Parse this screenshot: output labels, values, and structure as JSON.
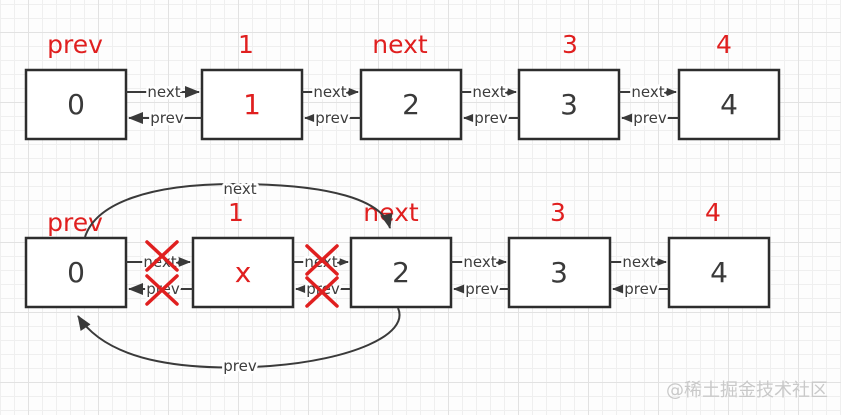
{
  "colors": {
    "red": "#e01f1f",
    "line": "#3a3a3a",
    "label": "#3d3d3d",
    "box_border": "#2d2d2d",
    "watermark": "#c9c9c9"
  },
  "labels": {
    "next": "next",
    "prev": "prev"
  },
  "top_list": {
    "headers": [
      "prev",
      "1",
      "next",
      "3",
      "4"
    ],
    "nodes": [
      "0",
      "1",
      "2",
      "3",
      "4"
    ]
  },
  "bottom_list": {
    "headers": [
      "prev",
      "1",
      "next",
      "3",
      "4"
    ],
    "nodes": [
      "0",
      "x",
      "2",
      "3",
      "4"
    ]
  },
  "watermark": "@稀土掘金技术社区"
}
